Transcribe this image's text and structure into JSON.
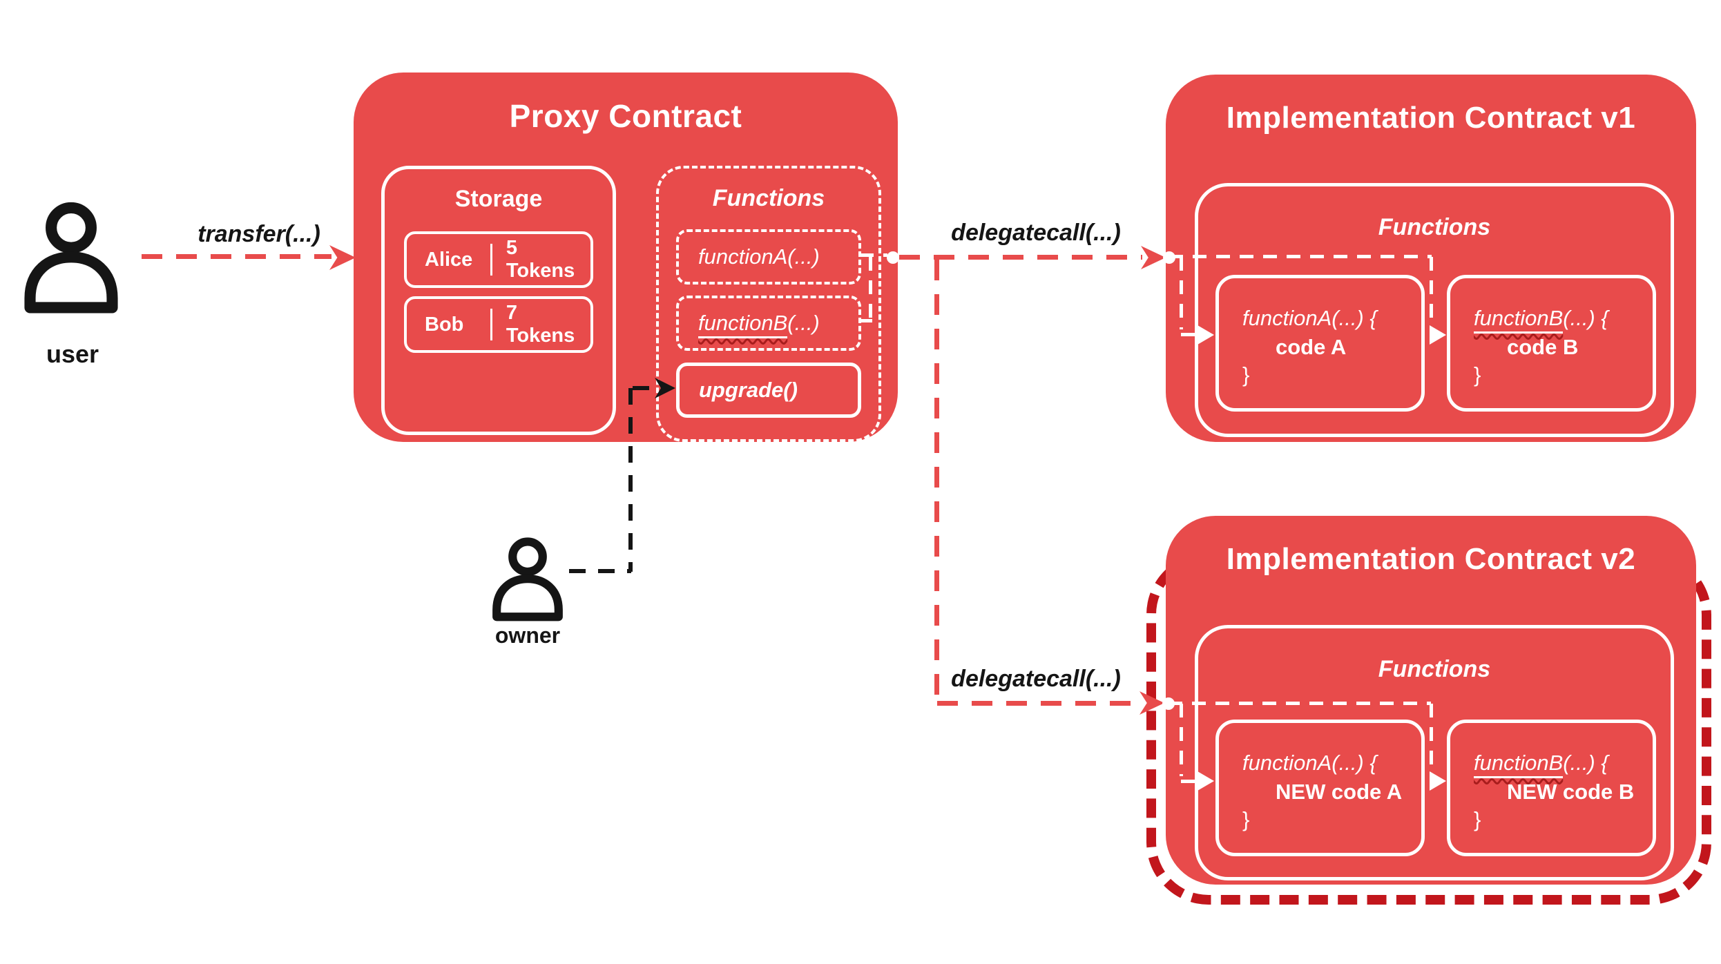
{
  "colors": {
    "box_red": "#e84b4b",
    "v2_dashed_border_red": "#c2161c",
    "connector_black": "#151515",
    "white": "#ffffff"
  },
  "actors": {
    "user_label": "user",
    "owner_label": "owner"
  },
  "labels": {
    "transfer": "transfer(...)",
    "delegatecall_v1": "delegatecall(...)",
    "delegatecall_v2": "delegatecall(...)"
  },
  "proxy": {
    "title": "Proxy Contract",
    "storage": {
      "title": "Storage",
      "rows": [
        {
          "name": "Alice",
          "amount": "5 Tokens"
        },
        {
          "name": "Bob",
          "amount": "7 Tokens"
        }
      ]
    },
    "functions": {
      "title": "Functions",
      "fnA": {
        "name": "functionA",
        "args": "(...)"
      },
      "fnB": {
        "name": "functionB",
        "args": "(...)"
      },
      "upgrade": "upgrade()"
    }
  },
  "impl_v1": {
    "title": "Implementation Contract v1",
    "functions": {
      "title": "Functions",
      "fnA": {
        "name": "functionA",
        "args": "(...) {",
        "body": "code A",
        "close": "}"
      },
      "fnB": {
        "name": "functionB",
        "args": "(...) {",
        "body": "code B",
        "close": "}"
      }
    }
  },
  "impl_v2": {
    "title": "Implementation Contract v2",
    "functions": {
      "title": "Functions",
      "fnA": {
        "name": "functionA",
        "args": "(...) {",
        "body": "NEW code A",
        "close": "}"
      },
      "fnB": {
        "name": "functionB",
        "args": "(...) {",
        "body": "NEW code B",
        "close": "}"
      }
    }
  }
}
